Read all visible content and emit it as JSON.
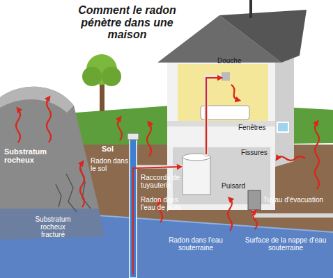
{
  "diagram": {
    "title": "Comment le radon pénètre dans une maison",
    "labels": [
      "Douche",
      "Fenêtres",
      "Fissures",
      "Puisard",
      "Tuyau d'évacuation",
      "Substratum rocheux",
      "Sol",
      "Radon dans le sol",
      "Raccords de tuyauterie",
      "Radon dans l'eau de puits",
      "Substratum rocheux fracturé",
      "Radon dans l'eau souterraine",
      "Surface de la nappe d'eau souterraine"
    ]
  }
}
